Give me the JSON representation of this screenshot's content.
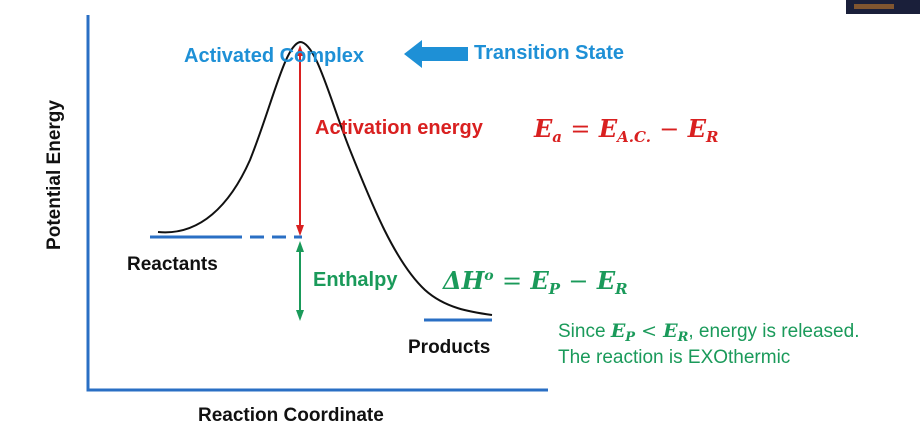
{
  "axes": {
    "y_label": "Potential Energy",
    "x_label": "Reaction Coordinate"
  },
  "labels": {
    "activated_complex": "Activated Complex",
    "transition_state": "Transition State",
    "activation_energy": "Activation energy",
    "enthalpy": "Enthalpy",
    "reactants": "Reactants",
    "products": "Products"
  },
  "equations": {
    "activation": {
      "lhs": "E",
      "lhs_sub": "a",
      "eq": "=",
      "t1": "E",
      "t1_sub": "A.C.",
      "minus": "−",
      "t2": "E",
      "t2_sub": "R"
    },
    "enthalpy": {
      "lhs": "ΔH",
      "lhs_sup": "o",
      "eq": "=",
      "t1": "E",
      "t1_sub": "P",
      "minus": "−",
      "t2": "E",
      "t2_sub": "R"
    }
  },
  "note": {
    "line1_prefix": "Since ",
    "ep": "E",
    "ep_sub": "P",
    "lt": " < ",
    "er": "E",
    "er_sub": "R",
    "line1_suffix": ", energy is released.",
    "line2": "The reaction is EXOthermic"
  },
  "colors": {
    "blue": "#1e90d6",
    "red": "#d92020",
    "green": "#1a9a5a",
    "line_blue": "#2a6fc4"
  }
}
